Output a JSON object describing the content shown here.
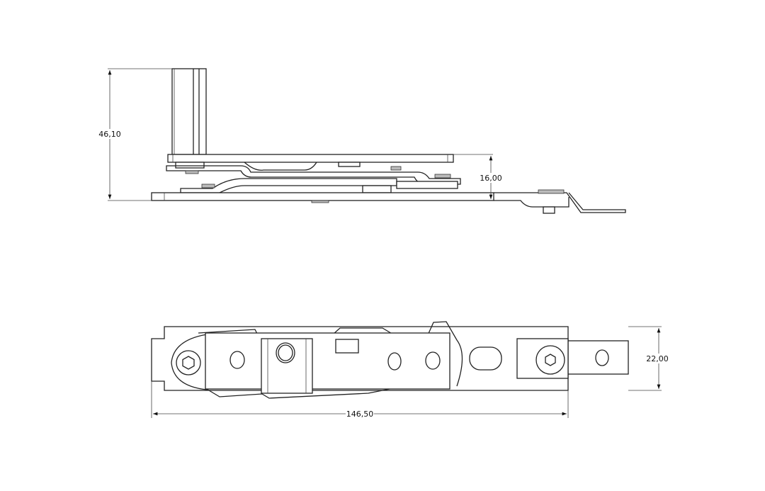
{
  "drawing": {
    "side_view": {
      "height_dimension": "46,10",
      "stack_dimension": "16,00"
    },
    "top_view": {
      "width_dimension": "22,00",
      "length_dimension": "146,50"
    },
    "line_color": "#222222"
  }
}
